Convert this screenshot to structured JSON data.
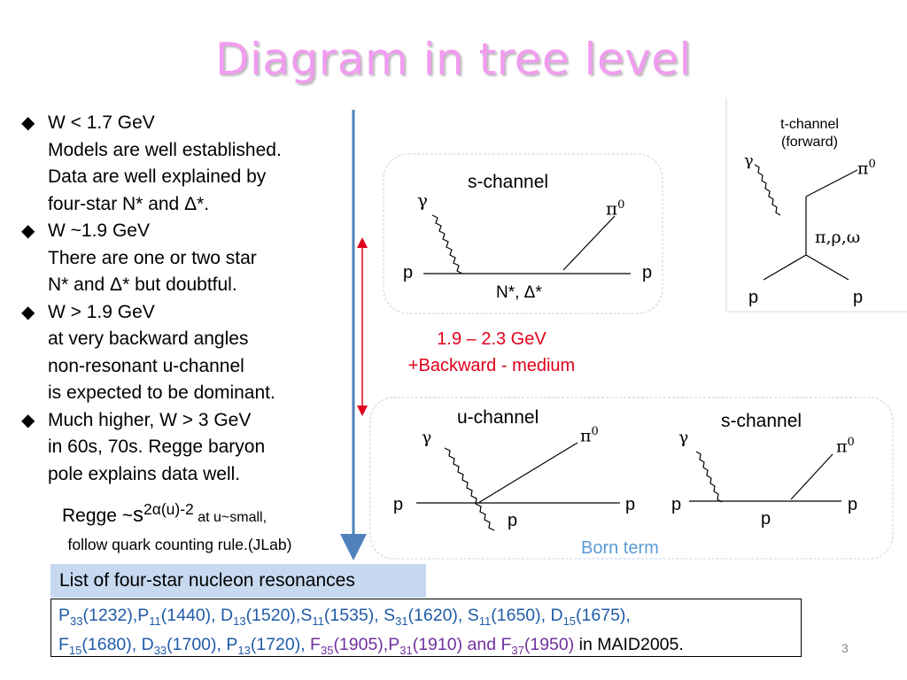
{
  "title": "Diagram in tree level",
  "bullets": [
    {
      "head": "W < 1.7 GeV",
      "lines": [
        "Models are well established.",
        "Data are well explained by",
        "four-star N* and Δ*."
      ]
    },
    {
      "head": "W ~1.9 GeV",
      "lines": [
        "There are one or two star",
        "N* and Δ* but doubtful."
      ]
    },
    {
      "head": "W > 1.9 GeV",
      "lines": [
        "at very backward angles",
        "non-resonant u-channel",
        "is expected to be dominant."
      ]
    },
    {
      "head": "Much higher, W > 3 GeV",
      "lines": [
        "in 60s, 70s. Regge baryon",
        "pole explains data well."
      ]
    }
  ],
  "regge": {
    "prefix": "Regge ~",
    "s": "s",
    "exponent": "2α(u)-2",
    "suffix": " at u~small,",
    "line2": "follow quark counting rule.(JLab)"
  },
  "energy_note": {
    "line1": "1.9 – 2.3 GeV",
    "line2": "+Backward - medium"
  },
  "diagrams": {
    "schannel_top": {
      "title": "s-channel",
      "gamma": "γ",
      "pion": "π",
      "pion_sup": "0",
      "p_in": "p",
      "p_out": "p",
      "intermediate": "N*, Δ*"
    },
    "tchannel": {
      "title_l1": "t-channel",
      "title_l2": "(forward)",
      "gamma": "γ",
      "pion": "π",
      "pion_sup": "0",
      "exchange": "π,ρ,ω",
      "p_in": "p",
      "p_out": "p"
    },
    "uchannel": {
      "title": "u-channel",
      "gamma": "γ",
      "pion": "π",
      "pion_sup": "0",
      "p_in": "p",
      "p_out": "p",
      "intermediate": "p"
    },
    "schannel_bottom": {
      "title": "s-channel",
      "gamma": "γ",
      "pion": "π",
      "pion_sup": "0",
      "p_in": "p",
      "p_out": "p",
      "intermediate": "p"
    }
  },
  "born_term": "Born term",
  "list_header": "List of four-star nucleon resonances",
  "resonances_line1": [
    {
      "n": "P",
      "s": "33",
      "m": "(1232),"
    },
    {
      "n": "P",
      "s": "11",
      "m": "(1440), "
    },
    {
      "n": "D",
      "s": "13",
      "m": "(1520),"
    },
    {
      "n": "S",
      "s": "11",
      "m": "(1535), "
    },
    {
      "n": "S",
      "s": "31",
      "m": "(1620), "
    },
    {
      "n": "S",
      "s": "11",
      "m": "(1650), "
    },
    {
      "n": "D",
      "s": "15",
      "m": "(1675),"
    }
  ],
  "resonances_line2_blue": [
    {
      "n": "F",
      "s": "15",
      "m": "(1680), "
    },
    {
      "n": "D",
      "s": "33",
      "m": "(1700), "
    },
    {
      "n": "P",
      "s": "13",
      "m": "(1720), "
    }
  ],
  "resonances_line2_purple": [
    {
      "n": "F",
      "s": "35",
      "m": "(1905),"
    },
    {
      "n": "P",
      "s": "31",
      "m": "(1910) and "
    },
    {
      "n": "F",
      "s": "37",
      "m": "(1950)"
    }
  ],
  "resonances_suffix": " in MAID2005.",
  "page_number": "3",
  "colors": {
    "title": "#f19cf0",
    "energy": "#e0001b",
    "born": "#5b9bd5",
    "list_header_bg": "#c6d9f1",
    "blue_text": "#1f5aa8",
    "purple_text": "#7030a0",
    "arrow_blue": "#4f81bd"
  }
}
